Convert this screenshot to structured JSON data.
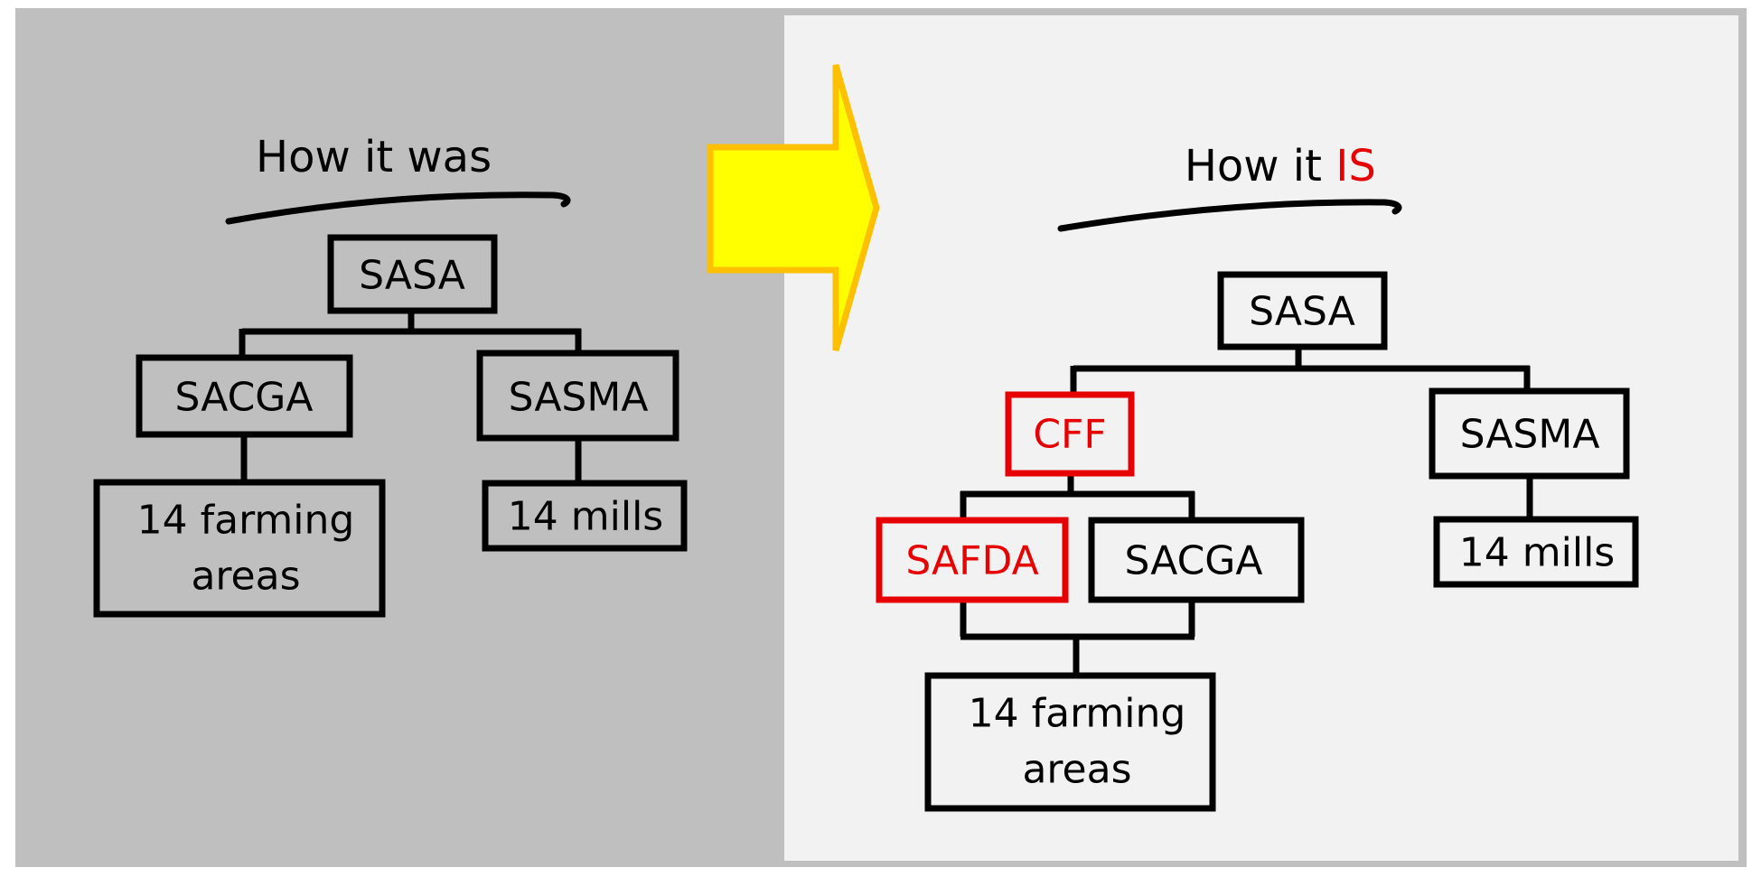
{
  "colors": {
    "frame_gray": "#bfbfbf",
    "panel_light": "#f2f2f2",
    "text_black": "#000000",
    "highlight_red": "#e60000",
    "arrow_fill": "#ffff00",
    "arrow_stroke": "#ffc000"
  },
  "before": {
    "title": "How it was",
    "nodes": {
      "root": "SASA",
      "left": "SACGA",
      "right": "SASMA",
      "left_child_line1": "14 farming",
      "left_child_line2": "areas",
      "right_child": "14 mills"
    }
  },
  "transition": {
    "icon": "right-arrow-icon"
  },
  "after": {
    "title_prefix": "How it ",
    "title_highlight": "IS",
    "nodes": {
      "root": "SASA",
      "cff": "CFF",
      "safda": "SAFDA",
      "sacga": "SACGA",
      "sasma": "SASMA",
      "farming_line1": "14 farming",
      "farming_line2": "areas",
      "mills": "14 mills"
    },
    "new_entities": [
      "CFF",
      "SAFDA"
    ]
  }
}
